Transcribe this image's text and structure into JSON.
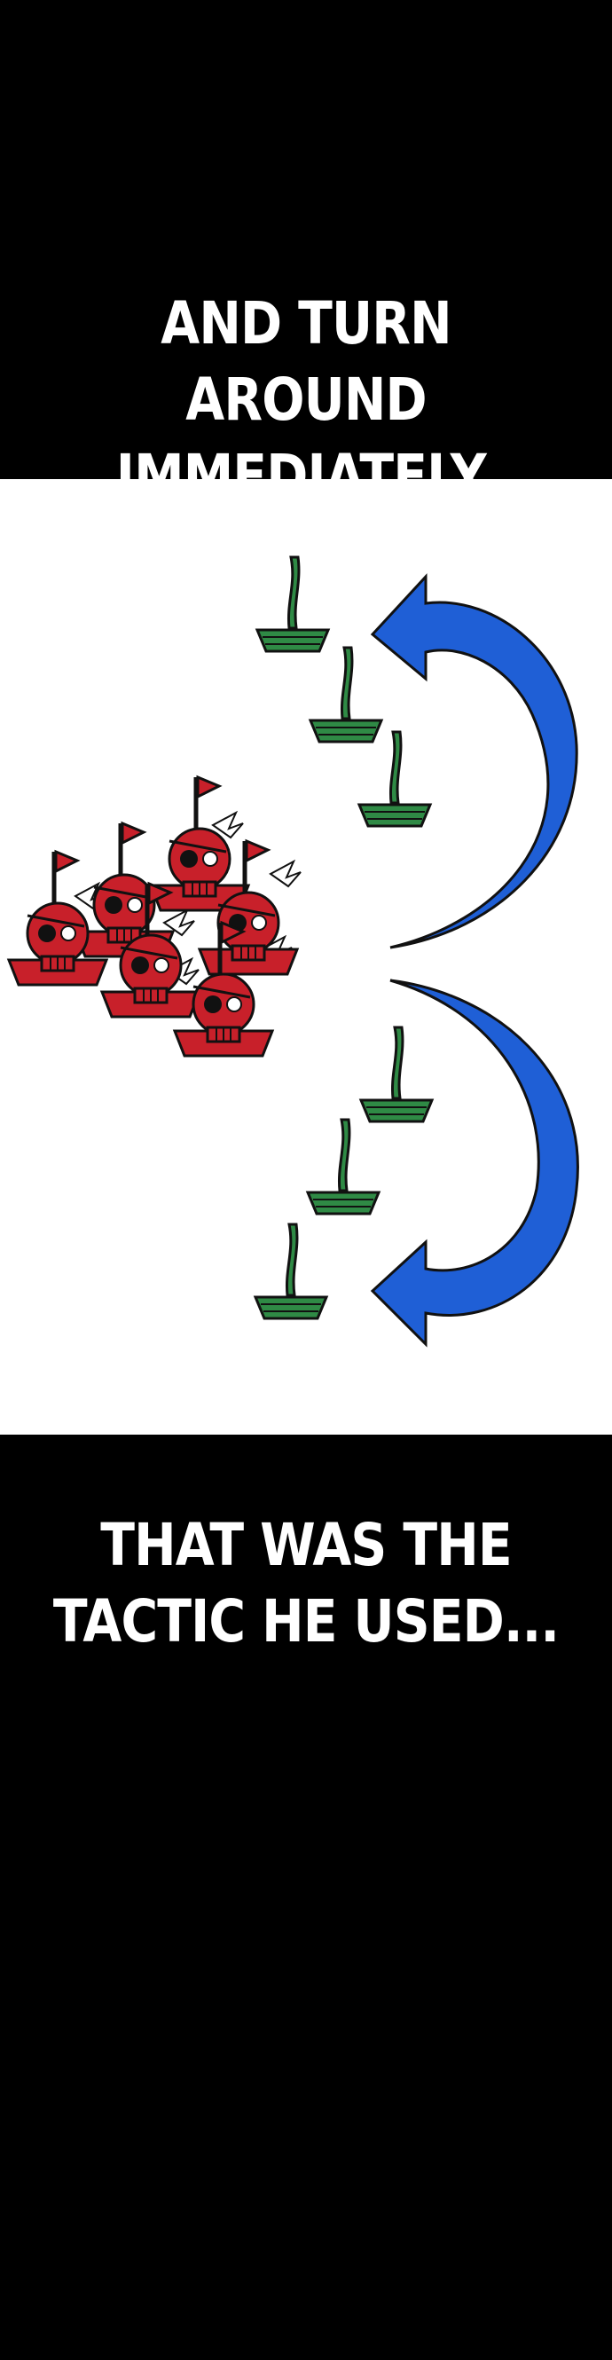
{
  "panels": {
    "top": {
      "caption_lines": [
        "AND TURN AROUND",
        "IMMEDIATELY."
      ]
    },
    "middle": {
      "illustration": {
        "pirate_fleet_icon": "skull-pirate-ship-icon",
        "allied_fleet_icon": "green-boat-icon",
        "maneuver_icon": "curved-arrow-icon",
        "colors": {
          "pirate_ship": "#c8202a",
          "allied_boat": "#2f8a45",
          "arrow": "#1f5fd6",
          "outline": "#111111"
        }
      }
    },
    "bottom": {
      "caption_lines": [
        "THAT WAS THE",
        "TACTIC HE USED..."
      ]
    }
  }
}
